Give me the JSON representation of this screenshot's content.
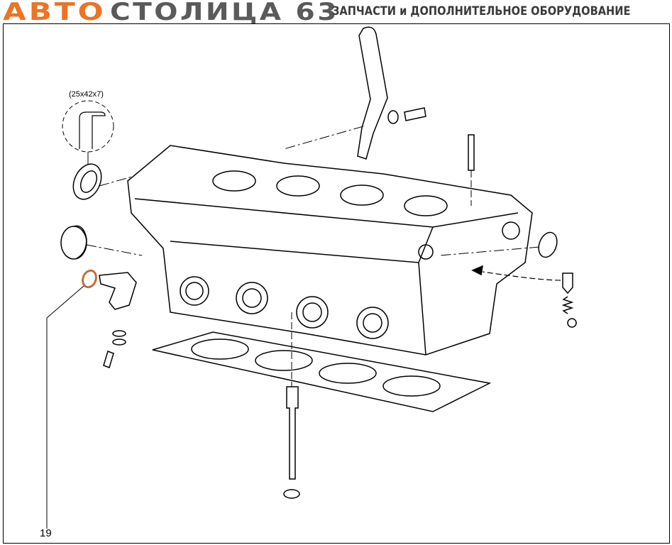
{
  "header": {
    "logo_part1": "АВТО",
    "logo_part2": "СТОЛИЦА 63",
    "tagline": "ЗАПЧАСТИ и ДОПОЛНИТЕЛЬНОЕ ОБОРУДОВАНИЕ"
  },
  "diagram": {
    "seal_dimension": "(25x42x7)",
    "callout_number": "19",
    "colors": {
      "logo_orange": "#ec7424",
      "logo_gray": "#5a5a5a",
      "highlight_ring": "#c0703a"
    }
  }
}
